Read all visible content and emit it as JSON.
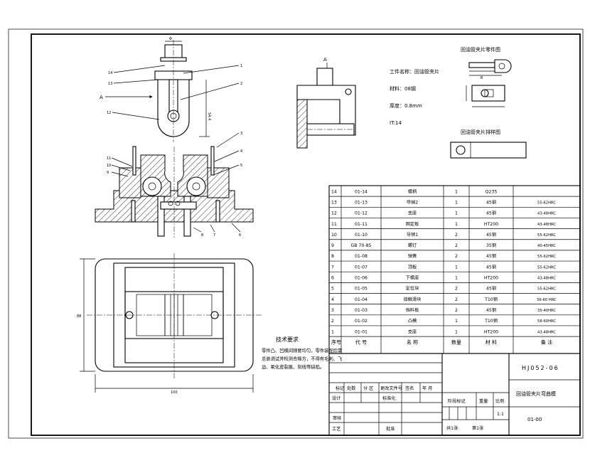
{
  "drawing": {
    "workpiece_name_label": "工件名称：回油管夹片",
    "material_label": "材料：08钢",
    "thickness_label": "厚度：0.8mm",
    "tolerance_label": "IT:14",
    "part_drawing_title": "回油管夹片零件图",
    "layout_drawing_title": "回油管夹片排样图",
    "section_mark": "A",
    "arrow_mark": "A",
    "tech_req_title": "技术要求",
    "tech_req_text": "零件凸、凹模间隙要均匀，零件装配后需总装调试并检测合格方，不得有毛刺、飞边、氧化皮裂痕、刻线等缺陷。",
    "top_view_callouts": [
      "14",
      "13",
      "12",
      "1",
      "2"
    ],
    "front_view_callouts": [
      "11",
      "10",
      "9",
      "3",
      "4",
      "5",
      "8",
      "7",
      "6"
    ],
    "dim_labels": [
      "Φ",
      "S4.4",
      "R",
      "100",
      "88"
    ]
  },
  "bom": {
    "header": {
      "no": "序号",
      "code": "代 号",
      "name": "名 称",
      "qty": "数量",
      "material": "材 料",
      "remark": "备 注"
    },
    "rows": [
      {
        "no": "14",
        "code": "01-14",
        "name": "模柄",
        "qty": "1",
        "material": "Q235",
        "remark": ""
      },
      {
        "no": "13",
        "code": "01-13",
        "name": "导销2",
        "qty": "1",
        "material": "45钢",
        "remark": "55-62HRC"
      },
      {
        "no": "12",
        "code": "01-12",
        "name": "支座",
        "qty": "1",
        "material": "45钢",
        "remark": "43-48HRC"
      },
      {
        "no": "11",
        "code": "01-11",
        "name": "固定板",
        "qty": "1",
        "material": "HT200",
        "remark": "43-48HRC"
      },
      {
        "no": "10",
        "code": "01-10",
        "name": "导销1",
        "qty": "2",
        "material": "45钢",
        "remark": "55-62HRC"
      },
      {
        "no": "9",
        "code": "GB 70-85",
        "name": "螺钉",
        "qty": "2",
        "material": "35钢",
        "remark": "40-45HRC"
      },
      {
        "no": "8",
        "code": "01-08",
        "name": "弹簧",
        "qty": "2",
        "material": "45钢",
        "remark": "55-62HRC"
      },
      {
        "no": "7",
        "code": "01-07",
        "name": "顶板",
        "qty": "1",
        "material": "45钢",
        "remark": "55-62HRC"
      },
      {
        "no": "6",
        "code": "01-06",
        "name": "下模座",
        "qty": "1",
        "material": "HT200",
        "remark": "43-48HRC"
      },
      {
        "no": "5",
        "code": "01-05",
        "name": "定位块",
        "qty": "2",
        "material": "45钢",
        "remark": "55-62HRC"
      },
      {
        "no": "4",
        "code": "01-04",
        "name": "接触滑块",
        "qty": "2",
        "material": "T10钢",
        "remark": "56-60 HRC"
      },
      {
        "no": "3",
        "code": "01-03",
        "name": "挡料板",
        "qty": "2",
        "material": "45钢",
        "remark": "35-40HRC"
      },
      {
        "no": "2",
        "code": "01-02",
        "name": "凸模",
        "qty": "1",
        "material": "T10钢",
        "remark": "58-60HRC"
      },
      {
        "no": "1",
        "code": "01-01",
        "name": "支座",
        "qty": "1",
        "material": "HT200",
        "remark": "43-48HRC"
      }
    ]
  },
  "title_block": {
    "drawing_no": "HJ052-06",
    "part_title": "回油管夹片弯曲模",
    "scale": "1:1",
    "part_code": "01-00",
    "sheets": "共1张",
    "sheet_no": "第1张",
    "labels": {
      "mark": "标记",
      "count": "处数",
      "zone": "分 区",
      "change_doc": "更改文件号",
      "signature": "签名",
      "date": "年 月",
      "design": "设计",
      "standard": "标准化",
      "stage_mark": "阶段标记",
      "weight": "重量",
      "ratio": "比例",
      "review": "审核",
      "process": "工艺",
      "approve": "批准"
    }
  }
}
